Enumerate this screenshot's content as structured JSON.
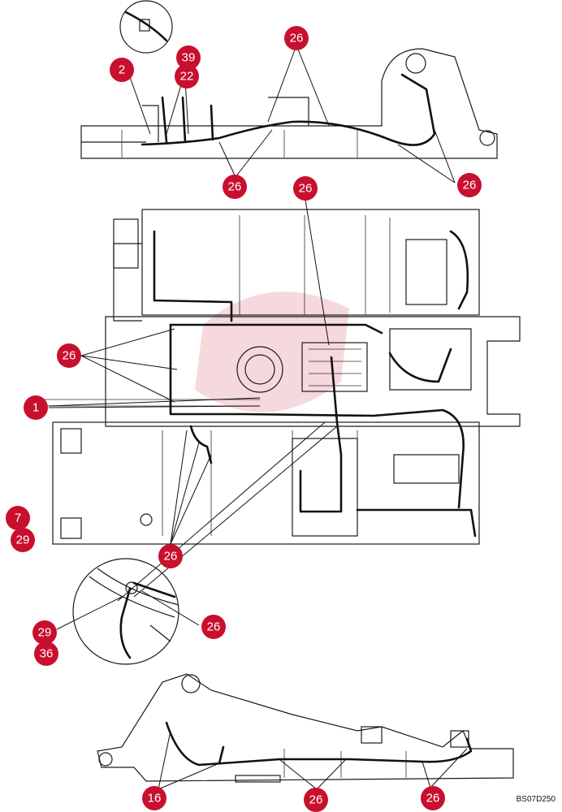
{
  "figure_code": "BS07D250",
  "callouts": [
    {
      "id": "c-26-top",
      "label": "26"
    },
    {
      "id": "c-2",
      "label": "2"
    },
    {
      "id": "c-39",
      "label": "39"
    },
    {
      "id": "c-22",
      "label": "22"
    },
    {
      "id": "c-26-a",
      "label": "26"
    },
    {
      "id": "c-26-b",
      "label": "26"
    },
    {
      "id": "c-26-c",
      "label": "26"
    },
    {
      "id": "c-26-d",
      "label": "26"
    },
    {
      "id": "c-1",
      "label": "1"
    },
    {
      "id": "c-7",
      "label": "7"
    },
    {
      "id": "c-29",
      "label": "29"
    },
    {
      "id": "c-26-e",
      "label": "26"
    },
    {
      "id": "c-29-b",
      "label": "29"
    },
    {
      "id": "c-36",
      "label": "36"
    },
    {
      "id": "c-26-f",
      "label": "26"
    },
    {
      "id": "c-16",
      "label": "16"
    },
    {
      "id": "c-26-g",
      "label": "26"
    },
    {
      "id": "c-26-h",
      "label": "26"
    }
  ]
}
